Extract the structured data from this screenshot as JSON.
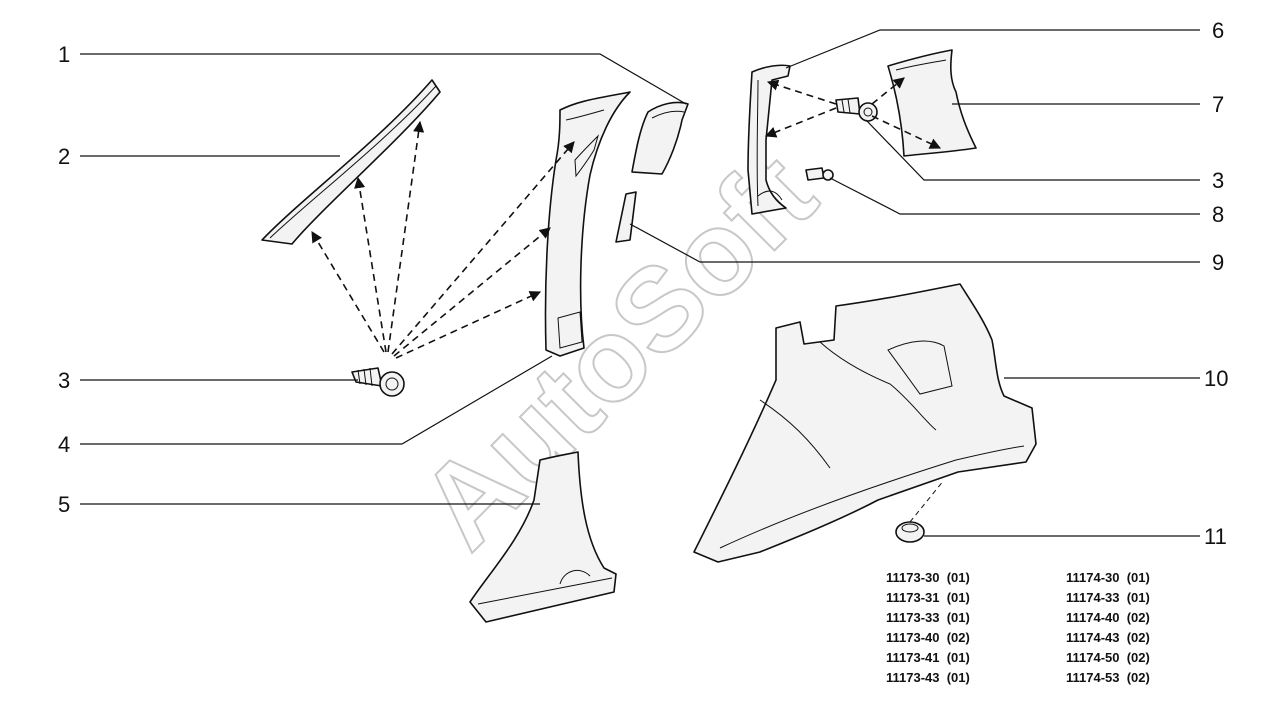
{
  "watermark": "AutoSoft",
  "callouts": {
    "c1": "1",
    "c2": "2",
    "c3a": "3",
    "c4": "4",
    "c5": "5",
    "c6": "6",
    "c7": "7",
    "c3b": "3",
    "c8": "8",
    "c9": "9",
    "c10": "10",
    "c11": "11"
  },
  "codes": {
    "left": [
      "11173-30  (01)",
      "11173-31  (01)",
      "11173-33  (01)",
      "11173-40  (02)",
      "11173-41  (01)",
      "11173-43  (01)"
    ],
    "right": [
      "11174-30  (01)",
      "11174-33  (01)",
      "11174-40  (02)",
      "11174-43  (02)",
      "11174-50  (02)",
      "11174-53  (02)"
    ]
  }
}
